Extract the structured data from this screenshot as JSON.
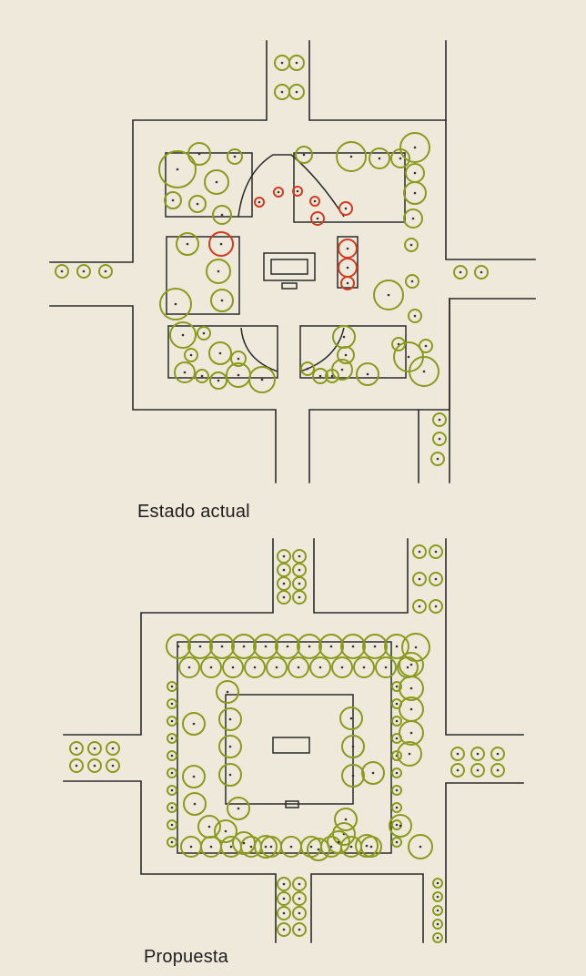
{
  "captions": {
    "current": "Estado actual",
    "proposal": "Propuesta"
  },
  "colors": {
    "background": "#efe9db",
    "street_line": "#2a2a2a",
    "tree_existing": "#8a9a1c",
    "tree_removed": "#d33a1f"
  },
  "legend_semantics": {
    "green_circle": "tree",
    "red_circle": "tree-to-remove"
  }
}
